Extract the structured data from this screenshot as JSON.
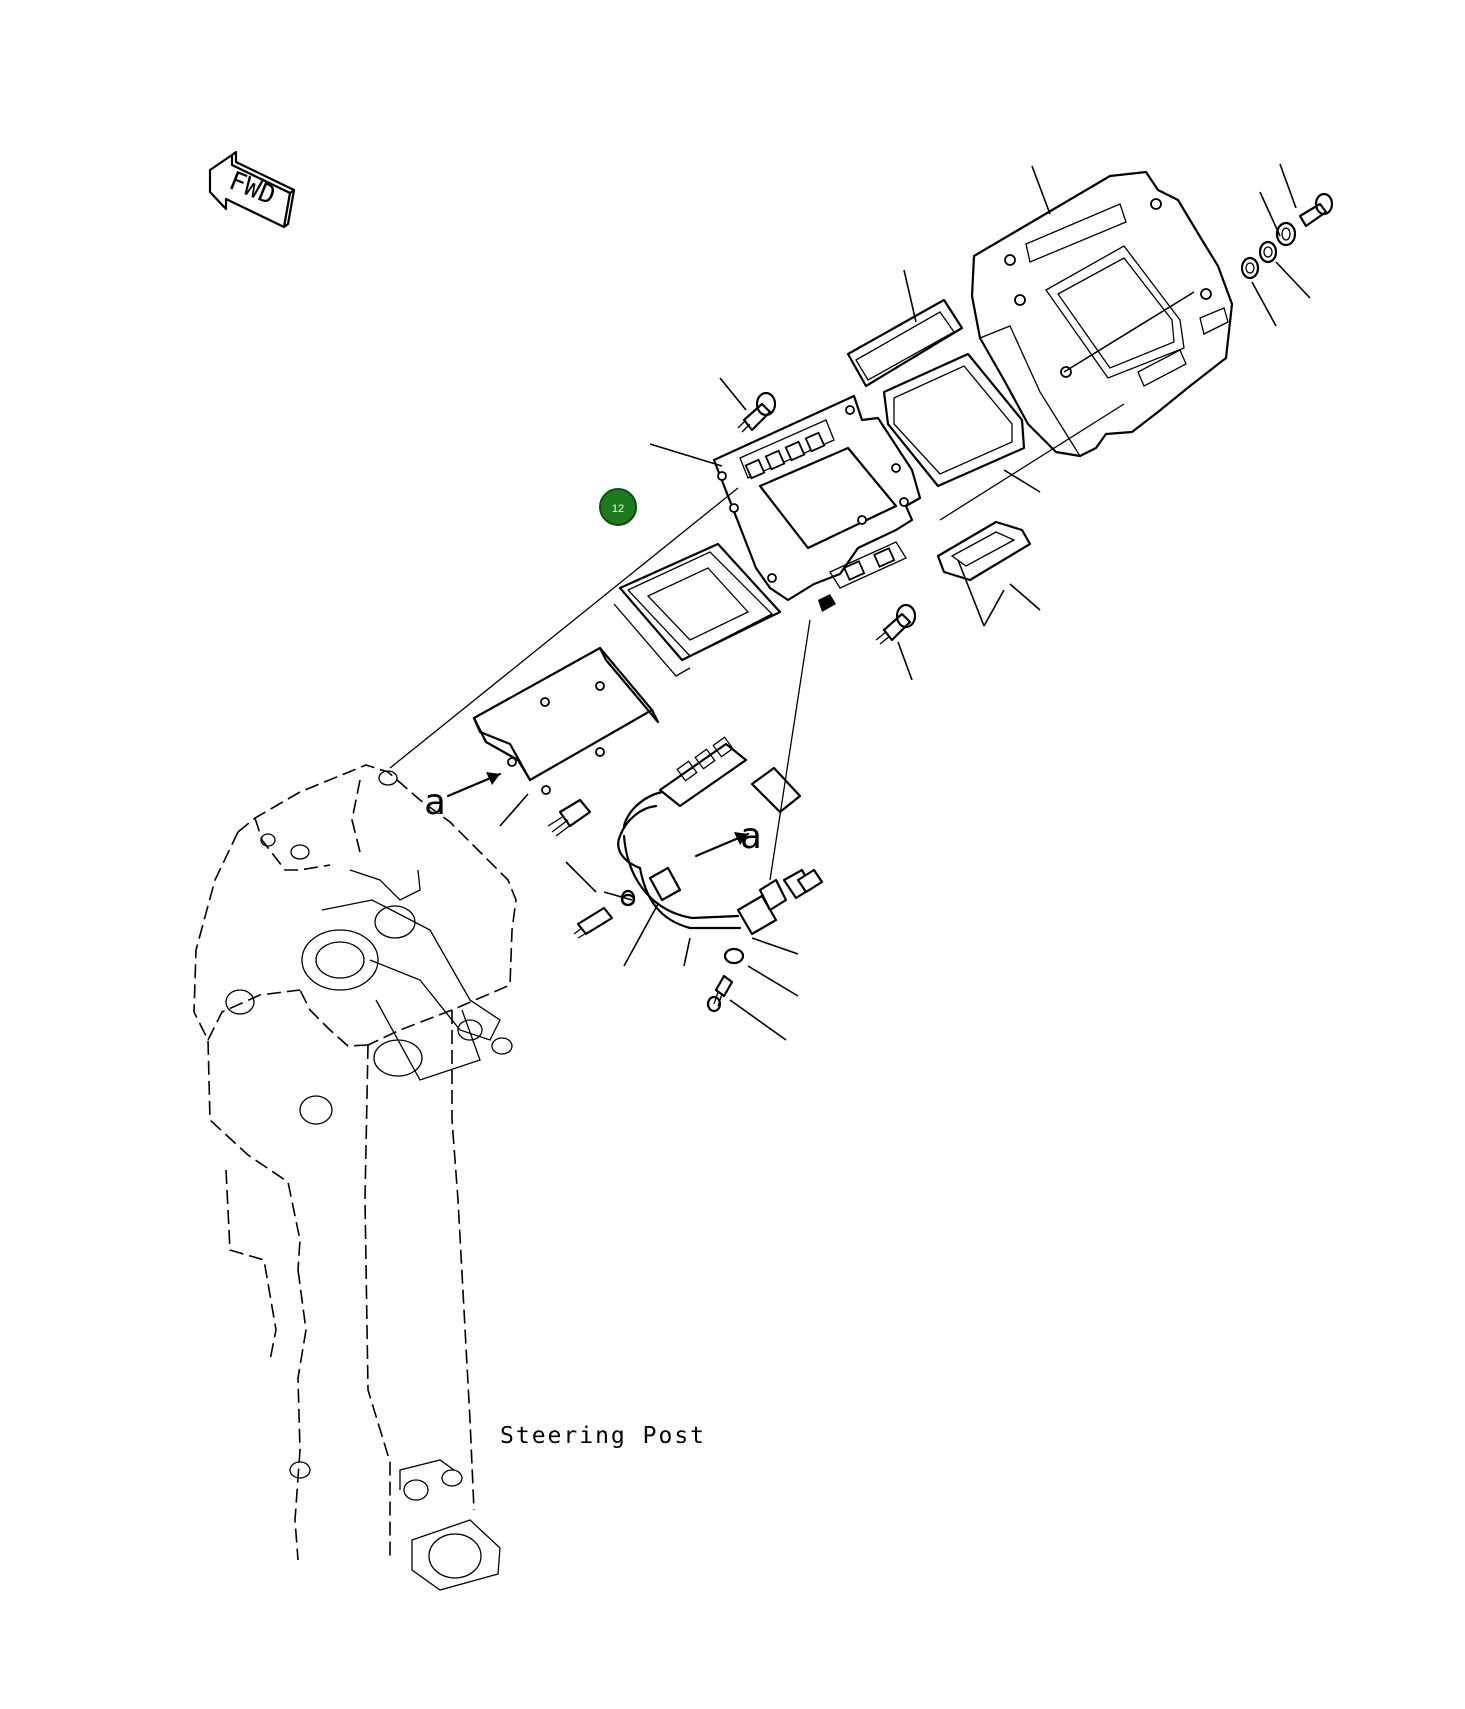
{
  "direction_arrow": {
    "label": "FWD"
  },
  "view_marker_a": {
    "label": "a"
  },
  "callout": {
    "number": "12"
  },
  "caption": {
    "label": "Steering Post"
  },
  "colors": {
    "line": "#000000",
    "callout_fill": "#1f7a1f",
    "callout_text": "#ffffff",
    "background": "#ffffff"
  },
  "icons": [
    "forward-arrow-icon",
    "view-direction-arrow-icon"
  ]
}
